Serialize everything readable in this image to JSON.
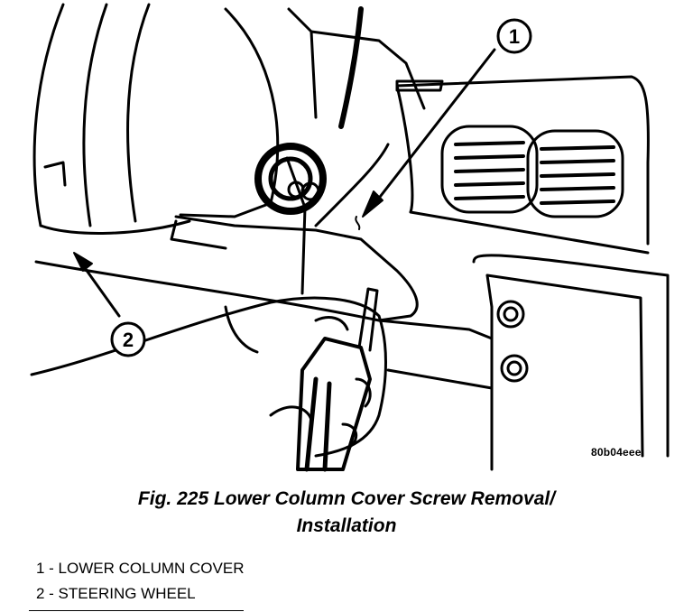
{
  "figure": {
    "reference_code": "80b04eee",
    "callouts": [
      {
        "number": "1"
      },
      {
        "number": "2"
      }
    ]
  },
  "caption": {
    "line1": "Fig. 225 Lower Column Cover Screw Removal/",
    "line2": "Installation"
  },
  "legend": [
    {
      "text": "1 - LOWER COLUMN COVER"
    },
    {
      "text": "2 - STEERING WHEEL"
    }
  ]
}
